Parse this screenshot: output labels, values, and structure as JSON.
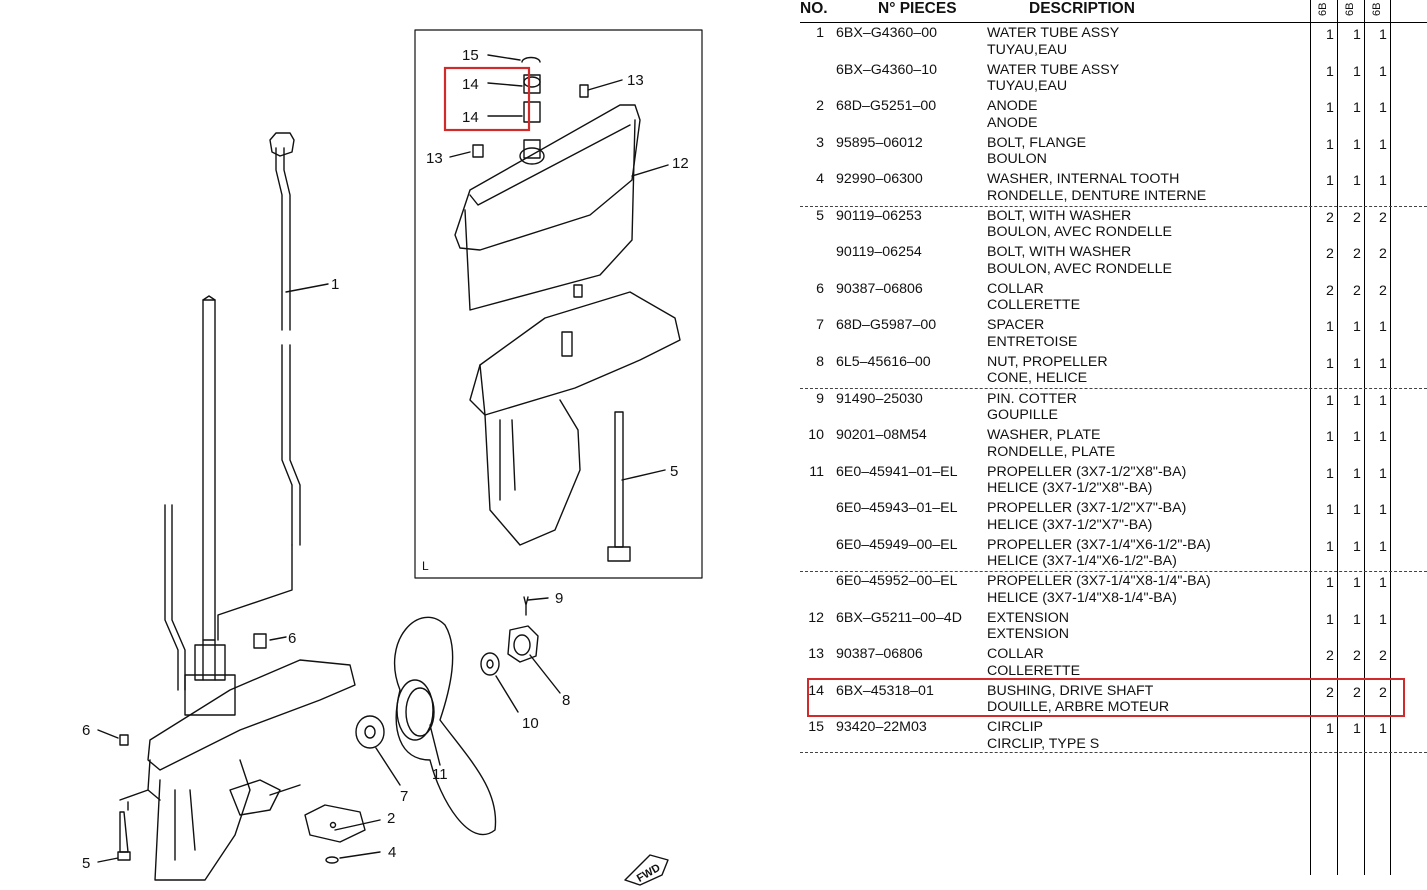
{
  "diagram": {
    "callouts": [
      "1",
      "2",
      "4",
      "5",
      "5",
      "6",
      "6",
      "7",
      "8",
      "9",
      "10",
      "11",
      "12",
      "13",
      "13",
      "14",
      "14",
      "15"
    ],
    "inset_label": "L",
    "fwd_label": "FWD",
    "highlight_color": "#d12a2a"
  },
  "table": {
    "headers": {
      "no": "NO.",
      "part_no": "N° PIECES",
      "description": "DESCRIPTION",
      "models": [
        "6B",
        "6B",
        "6B"
      ]
    },
    "rows": [
      {
        "no": "1",
        "part_no": "6BX–G4360–00",
        "desc1": "WATER TUBE ASSY",
        "desc2": "TUYAU,EAU",
        "q": [
          "1",
          "1",
          "1"
        ]
      },
      {
        "no": "",
        "part_no": "6BX–G4360–10",
        "desc1": "WATER TUBE ASSY",
        "desc2": "TUYAU,EAU",
        "q": [
          "1",
          "1",
          "1"
        ]
      },
      {
        "no": "2",
        "part_no": "68D–G5251–00",
        "desc1": "ANODE",
        "desc2": "ANODE",
        "q": [
          "1",
          "1",
          "1"
        ]
      },
      {
        "no": "3",
        "part_no": "95895–06012",
        "desc1": "BOLT, FLANGE",
        "desc2": "BOULON",
        "q": [
          "1",
          "1",
          "1"
        ]
      },
      {
        "no": "4",
        "part_no": "92990–06300",
        "desc1": "WASHER, INTERNAL TOOTH",
        "desc2": "RONDELLE, DENTURE INTERNE",
        "q": [
          "1",
          "1",
          "1"
        ]
      },
      {
        "no": "5",
        "part_no": "90119–06253",
        "desc1": "BOLT, WITH WASHER",
        "desc2": "BOULON, AVEC RONDELLE",
        "q": [
          "2",
          "2",
          "2"
        ]
      },
      {
        "no": "",
        "part_no": "90119–06254",
        "desc1": "BOLT, WITH WASHER",
        "desc2": "BOULON, AVEC RONDELLE",
        "q": [
          "2",
          "2",
          "2"
        ]
      },
      {
        "no": "6",
        "part_no": "90387–06806",
        "desc1": "COLLAR",
        "desc2": "COLLERETTE",
        "q": [
          "2",
          "2",
          "2"
        ]
      },
      {
        "no": "7",
        "part_no": "68D–G5987–00",
        "desc1": "SPACER",
        "desc2": "ENTRETOISE",
        "q": [
          "1",
          "1",
          "1"
        ]
      },
      {
        "no": "8",
        "part_no": "6L5–45616–00",
        "desc1": "NUT, PROPELLER",
        "desc2": "CONE, HELICE",
        "q": [
          "1",
          "1",
          "1"
        ]
      },
      {
        "no": "9",
        "part_no": "91490–25030",
        "desc1": "PIN. COTTER",
        "desc2": "GOUPILLE",
        "q": [
          "1",
          "1",
          "1"
        ]
      },
      {
        "no": "10",
        "part_no": "90201–08M54",
        "desc1": "WASHER, PLATE",
        "desc2": "RONDELLE, PLATE",
        "q": [
          "1",
          "1",
          "1"
        ]
      },
      {
        "no": "11",
        "part_no": "6E0–45941–01–EL",
        "desc1": "PROPELLER (3X7-1/2\"X8\"-BA)",
        "desc2": "HELICE (3X7-1/2\"X8\"-BA)",
        "q": [
          "1",
          "1",
          "1"
        ]
      },
      {
        "no": "",
        "part_no": "6E0–45943–01–EL",
        "desc1": "PROPELLER (3X7-1/2\"X7\"-BA)",
        "desc2": "HELICE (3X7-1/2\"X7\"-BA)",
        "q": [
          "1",
          "1",
          "1"
        ]
      },
      {
        "no": "",
        "part_no": "6E0–45949–00–EL",
        "desc1": "PROPELLER (3X7-1/4\"X6-1/2\"-BA)",
        "desc2": "HELICE (3X7-1/4\"X6-1/2\"-BA)",
        "q": [
          "1",
          "1",
          "1"
        ]
      },
      {
        "no": "",
        "part_no": "6E0–45952–00–EL",
        "desc1": "PROPELLER (3X7-1/4\"X8-1/4\"-BA)",
        "desc2": "HELICE (3X7-1/4\"X8-1/4\"-BA)",
        "q": [
          "1",
          "1",
          "1"
        ]
      },
      {
        "no": "12",
        "part_no": "6BX–G5211–00–4D",
        "desc1": "EXTENSION",
        "desc2": "EXTENSION",
        "q": [
          "1",
          "1",
          "1"
        ]
      },
      {
        "no": "13",
        "part_no": "90387–06806",
        "desc1": "COLLAR",
        "desc2": "COLLERETTE",
        "q": [
          "2",
          "2",
          "2"
        ]
      },
      {
        "no": "14",
        "part_no": "6BX–45318–01",
        "desc1": "BUSHING, DRIVE SHAFT",
        "desc2": "DOUILLE, ARBRE MOTEUR",
        "q": [
          "2",
          "2",
          "2"
        ]
      },
      {
        "no": "15",
        "part_no": "93420–22M03",
        "desc1": "CIRCLIP",
        "desc2": "CIRCLIP, TYPE S",
        "q": [
          "1",
          "1",
          "1"
        ]
      }
    ]
  }
}
